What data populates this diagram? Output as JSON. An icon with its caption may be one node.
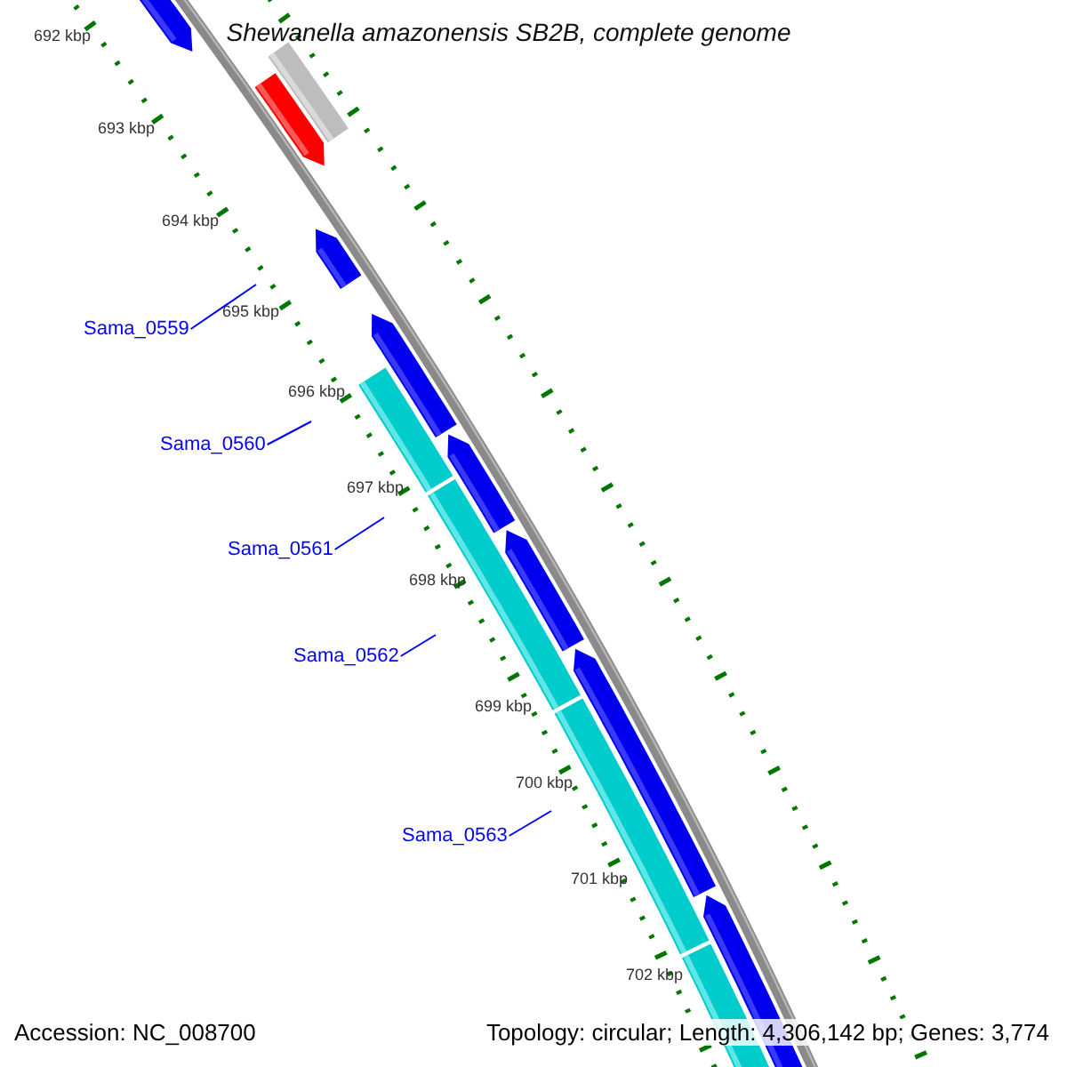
{
  "diagram": {
    "title": "Shewanella amazonensis SB2B, complete genome",
    "nodes": [
      {
        "text": [
          "Sama_0559"
        ]
      },
      {
        "text": [
          "Sama_0560"
        ]
      },
      {
        "text": [
          "Sama_0561"
        ]
      },
      {
        "text": [
          "Sama_0562"
        ]
      },
      {
        "text": [
          "Sama_0563"
        ]
      }
    ],
    "edges": [
      {
        "from": 0,
        "to": null,
        "arrow": "none"
      },
      {
        "from": 1,
        "to": null,
        "arrow": "none"
      },
      {
        "from": 2,
        "to": null,
        "arrow": "none"
      },
      {
        "from": 3,
        "to": null,
        "arrow": "none"
      },
      {
        "from": 4,
        "to": null,
        "arrow": "none"
      }
    ],
    "labels": [
      "692 kbp",
      "693 kbp",
      "694 kbp",
      "695 kbp",
      "696 kbp",
      "697 kbp",
      "698 kbp",
      "699 kbp",
      "700 kbp",
      "701 kbp",
      "702 kbp",
      "Accession: NC_008700",
      "Topology: circular; Length: 4,306,142 bp; Genes: 3,774"
    ]
  }
}
